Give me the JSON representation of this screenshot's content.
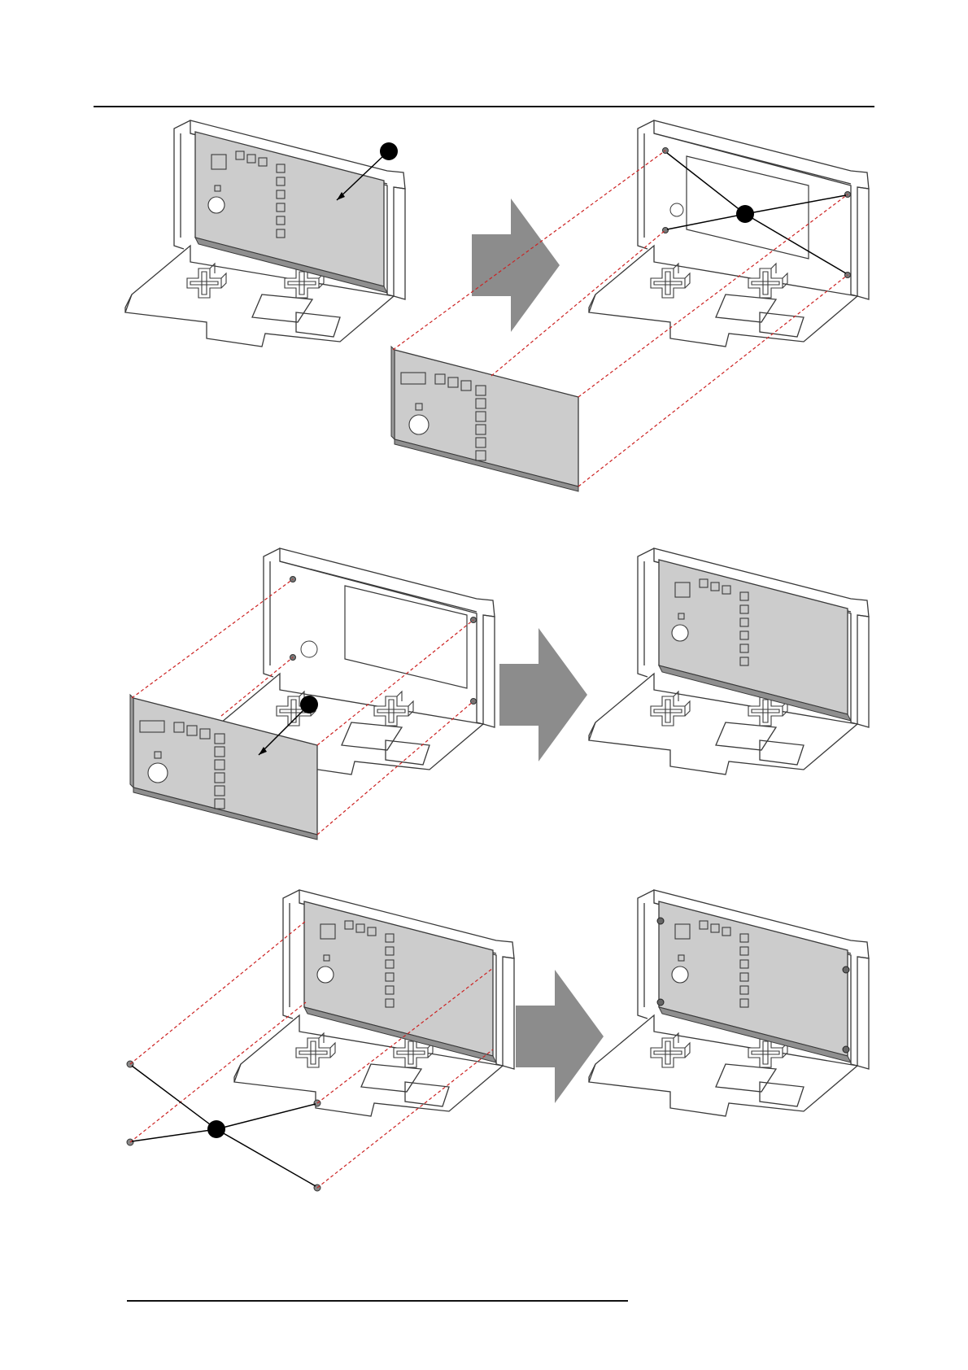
{
  "figure": {
    "callouts": [
      {
        "id": "step1-board",
        "label": ""
      },
      {
        "id": "step1-standoffs",
        "label": ""
      },
      {
        "id": "step2-board",
        "label": ""
      },
      {
        "id": "step3-nuts",
        "label": ""
      }
    ]
  },
  "colors": {
    "board_fill": "#cccccc",
    "housing_stroke": "#3a3a3a",
    "guide_line": "#cc2222",
    "arrow_fill": "#8c8c8c",
    "callout_fill": "#000000"
  },
  "icons": [
    "step-arrow-icon",
    "step-arrow-icon",
    "step-arrow-icon"
  ]
}
